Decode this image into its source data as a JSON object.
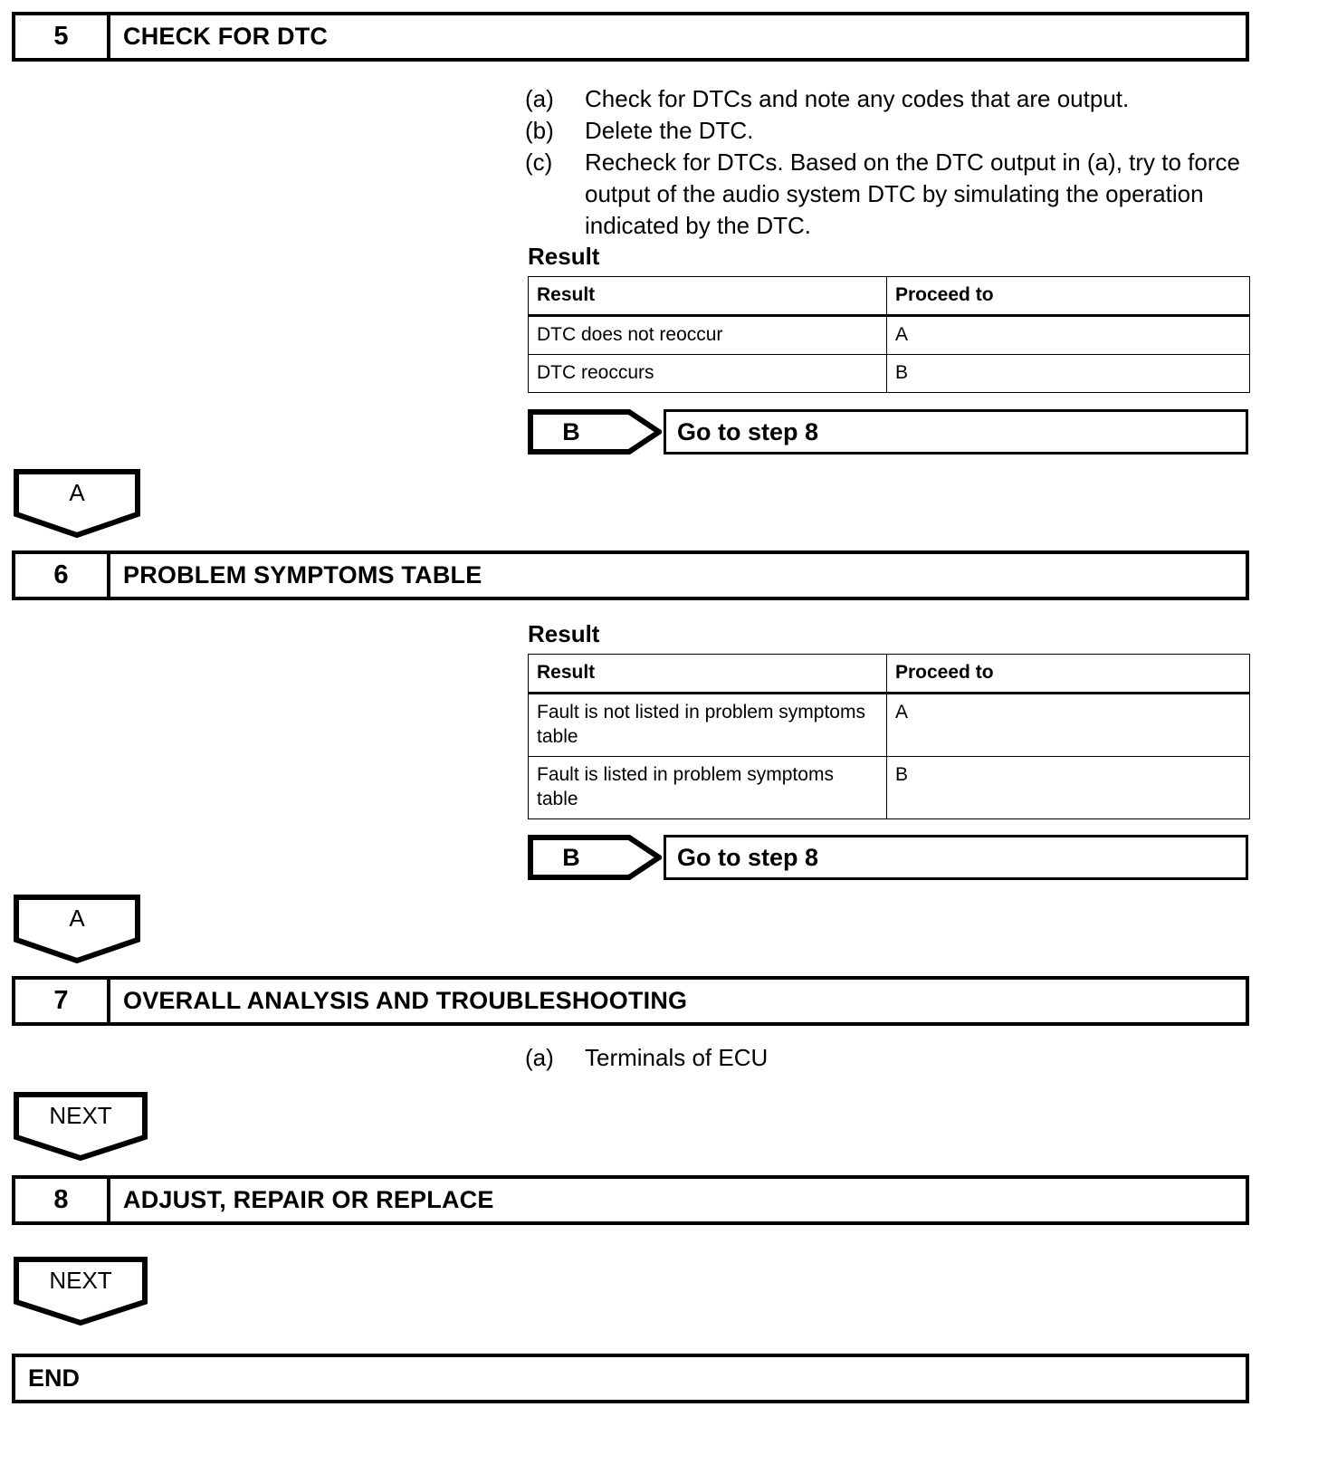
{
  "document": {
    "type": "troubleshooting-flowchart",
    "title": "Audio System Troubleshooting Flowchart (steps 5-8)"
  },
  "steps": [
    {
      "number": "5",
      "title": "CHECK FOR DTC",
      "procedures": [
        {
          "marker": "(a)",
          "text": "Check for DTCs and note any codes that are output."
        },
        {
          "marker": "(b)",
          "text": "Delete the DTC."
        },
        {
          "marker": "(c)",
          "text": "Recheck for DTCs. Based on the DTC output in (a), try to force output of the audio system DTC by simulating the operation indicated by the DTC."
        }
      ],
      "result_heading": "Result",
      "table": {
        "headers": [
          "Result",
          "Proceed to"
        ],
        "rows": [
          [
            "DTC does not reoccur",
            "A"
          ],
          [
            "DTC reoccurs",
            "B"
          ]
        ]
      },
      "branch": {
        "tag": "B",
        "target": "Go to step 8"
      },
      "continue_tag": "A"
    },
    {
      "number": "6",
      "title": "PROBLEM SYMPTOMS TABLE",
      "result_heading": "Result",
      "table": {
        "headers": [
          "Result",
          "Proceed to"
        ],
        "rows": [
          [
            "Fault is not listed in problem symptoms table",
            "A"
          ],
          [
            "Fault is listed in problem symptoms table",
            "B"
          ]
        ]
      },
      "branch": {
        "tag": "B",
        "target": "Go to step 8"
      },
      "continue_tag": "A"
    },
    {
      "number": "7",
      "title": "OVERALL ANALYSIS AND TROUBLESHOOTING",
      "procedures": [
        {
          "marker": "(a)",
          "text": "Terminals of ECU"
        }
      ],
      "continue_tag": "NEXT"
    },
    {
      "number": "8",
      "title": "ADJUST, REPAIR OR REPLACE",
      "continue_tag": "NEXT"
    }
  ],
  "end": {
    "label": "END"
  },
  "colors": {
    "ink": "#000000",
    "paper": "#ffffff"
  }
}
